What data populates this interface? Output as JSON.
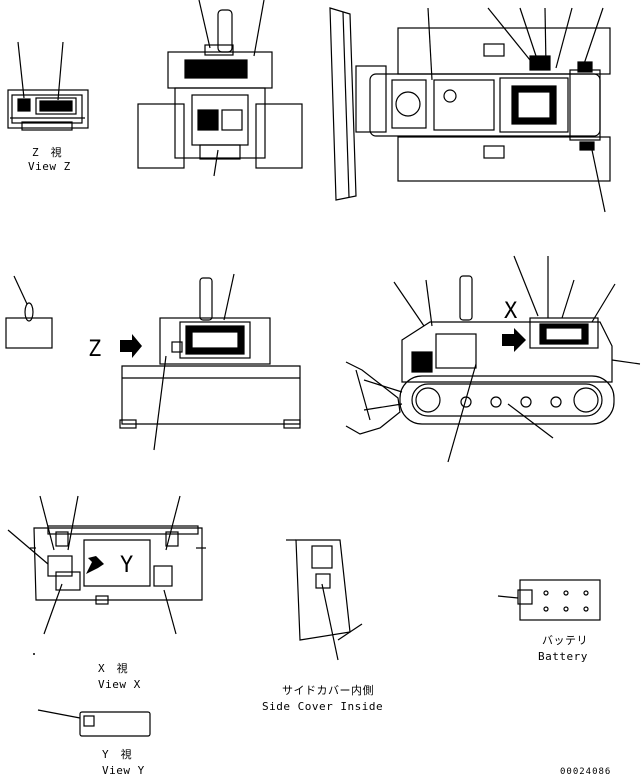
{
  "views": {
    "z": {
      "jp": "Z　視",
      "en": "View Z"
    },
    "x": {
      "jp": "X　視",
      "en": "View X"
    },
    "y": {
      "jp": "Y　視",
      "en": "View Y"
    },
    "side_cover": {
      "jp": "サイドカバー内側",
      "en": "Side Cover Inside"
    },
    "battery": {
      "jp": "バッテリ",
      "en": "Battery"
    }
  },
  "callouts": {
    "z": "Z",
    "x": "X",
    "y": "Y"
  },
  "figure_number": "00024086",
  "colors": {
    "line": "#000000",
    "background": "#ffffff"
  }
}
